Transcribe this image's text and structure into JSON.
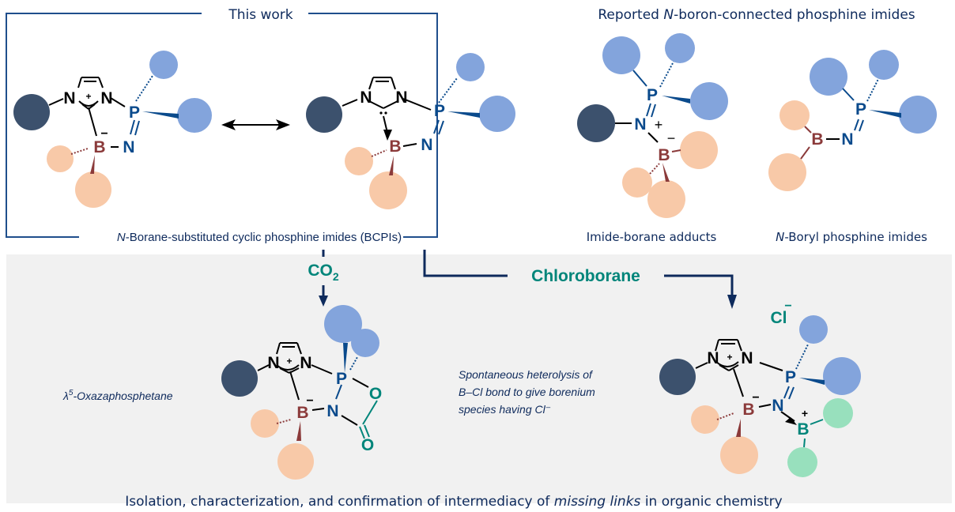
{
  "headers": {
    "this_work": "This work",
    "reported": {
      "prefix": "Reported ",
      "italic": "N",
      "suffix": "-boron-connected phosphine imides"
    }
  },
  "captions": {
    "bcpi": {
      "italic": "N",
      "text": "-Borane-substituted cyclic phosphine imides (BCPIs)"
    },
    "imide_borane": "Imide-borane adducts",
    "n_boryl": {
      "italic": "N",
      "text": "-Boryl phosphine imides"
    }
  },
  "reagents": {
    "co2": {
      "main": "CO",
      "sub": "2"
    },
    "chloroborane": "Chloroborane"
  },
  "products": {
    "oxaza": {
      "lambda": "λ",
      "sup": "5",
      "name": "-Oxazaphosphetane"
    },
    "borenium_note": [
      "Spontaneous heterolysis of",
      "B–Cl bond to give borenium",
      "species having Cl⁻"
    ],
    "chloride": "Cl",
    "chloride_charge": "−"
  },
  "footer": {
    "pre": "Isolation, characterization, and confirmation of intermediacy of ",
    "italic": "missing links",
    "post": " in organic chemistry"
  },
  "atoms": {
    "N": "N",
    "P": "P",
    "B": "B",
    "O": "O",
    "plus": "+",
    "minus": "−",
    "lone_pair": ":"
  },
  "colors": {
    "navy": "#0e2a5c",
    "frame": "#1f4e8c",
    "teal": "#00857a",
    "phosphorus_blue": "#0a4a8c",
    "boron_red": "#8b3a3a",
    "substituent_dark": "#3c516d",
    "substituent_blue": "#83a4dc",
    "substituent_peach": "#f8c9a8",
    "substituent_green": "#98e0bd",
    "panel_grey": "#f1f1f1"
  }
}
